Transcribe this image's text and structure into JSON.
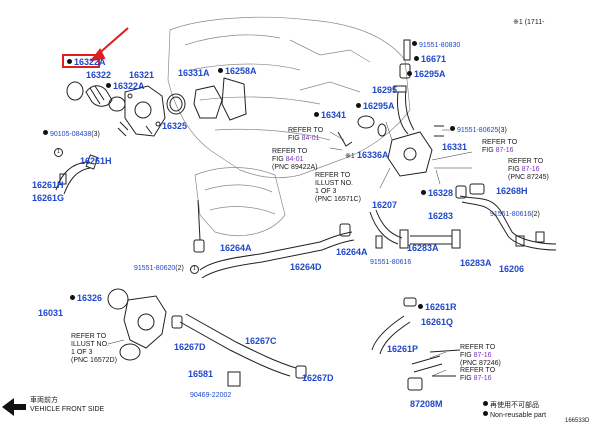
{
  "corner_note": "※1 (1711-",
  "figure_id": "166533D",
  "vehicle_front": {
    "jp": "車両前方",
    "en": "VEHICLE FRONT SIDE"
  },
  "legend": [
    {
      "symbol": "dot",
      "jp": "再使用不可部品",
      "en": "Non-reusable part"
    }
  ],
  "parts": {
    "p16322A_top": "16322A",
    "p16322": "16322",
    "p16322A": "16322A",
    "p16321": "16321",
    "p16331A": "16331A",
    "p16258A": "16258A",
    "p16325": "16325",
    "p90105": "90105-08438",
    "p90105_qty": "(3)",
    "p16261H": "16261H",
    "p16261H_left": "16261H",
    "p16261G": "16261G",
    "p91551_80830": "91551-80830",
    "p16671": "16671",
    "p16295A_top": "16295A",
    "p16295": "16295",
    "p16295A": "16295A",
    "p16341": "16341",
    "p91551_80625": "91551-80625",
    "p91551_80625_qty": "(3)",
    "p16331": "16331",
    "p16336A": "16336A",
    "p16328": "16328",
    "p16268H": "16268H",
    "p16207": "16207",
    "p16283": "16283",
    "p91551_80616_r": "91551-80616",
    "p91551_80616_r_qty": "(2)",
    "p16283A_1": "16283A",
    "p16283A_2": "16283A",
    "p16206": "16206",
    "p16264A_1": "16264A",
    "p16264A_2": "16264A",
    "p16264D": "16264D",
    "p91551_80616": "91551-80616",
    "p91551_80620": "91551-80620",
    "p91551_80620_qty": "(2)",
    "p16326": "16326",
    "p16031": "16031",
    "p16261R": "16261R",
    "p16261Q": "16261Q",
    "p16261P": "16261P",
    "p16267D_1": "16267D",
    "p16267C": "16267C",
    "p16581": "16581",
    "p16267D_2": "16267D",
    "p90469": "90469-22002",
    "p87208M": "87208M"
  },
  "refs": {
    "r1": {
      "line1": "REFER TO",
      "line2": "FIG",
      "link": "84-01"
    },
    "r2": {
      "line1": "REFER TO",
      "line2": "FIG",
      "link": "84-01",
      "line3": "(PNC 89422A)"
    },
    "r3": {
      "line1": "REFER TO",
      "line2": "ILLUST NO.",
      "line3": "1 OF 3",
      "line4": "(PNC 16571C)"
    },
    "r4": {
      "line1": "REFER TO",
      "line2": "FIG",
      "link": "87-16"
    },
    "r5": {
      "line1": "REFER TO",
      "line2": "FIG",
      "link": "87-16",
      "line3": "(PNC 87245)"
    },
    "r6": {
      "line1": "REFER TO",
      "line2": "ILLUST NO.",
      "line3": "1 OF 3",
      "line4": "(PNC 16572D)"
    },
    "r7": {
      "line1": "REFER TO",
      "line2": "FIG",
      "link": "87-16",
      "line3": "(PNC 87246)"
    },
    "r8": {
      "line1": "REFER TO",
      "line2": "FIG",
      "link": "87-16"
    }
  },
  "note_star": "※1",
  "circle_marks": [
    "1",
    "1"
  ]
}
